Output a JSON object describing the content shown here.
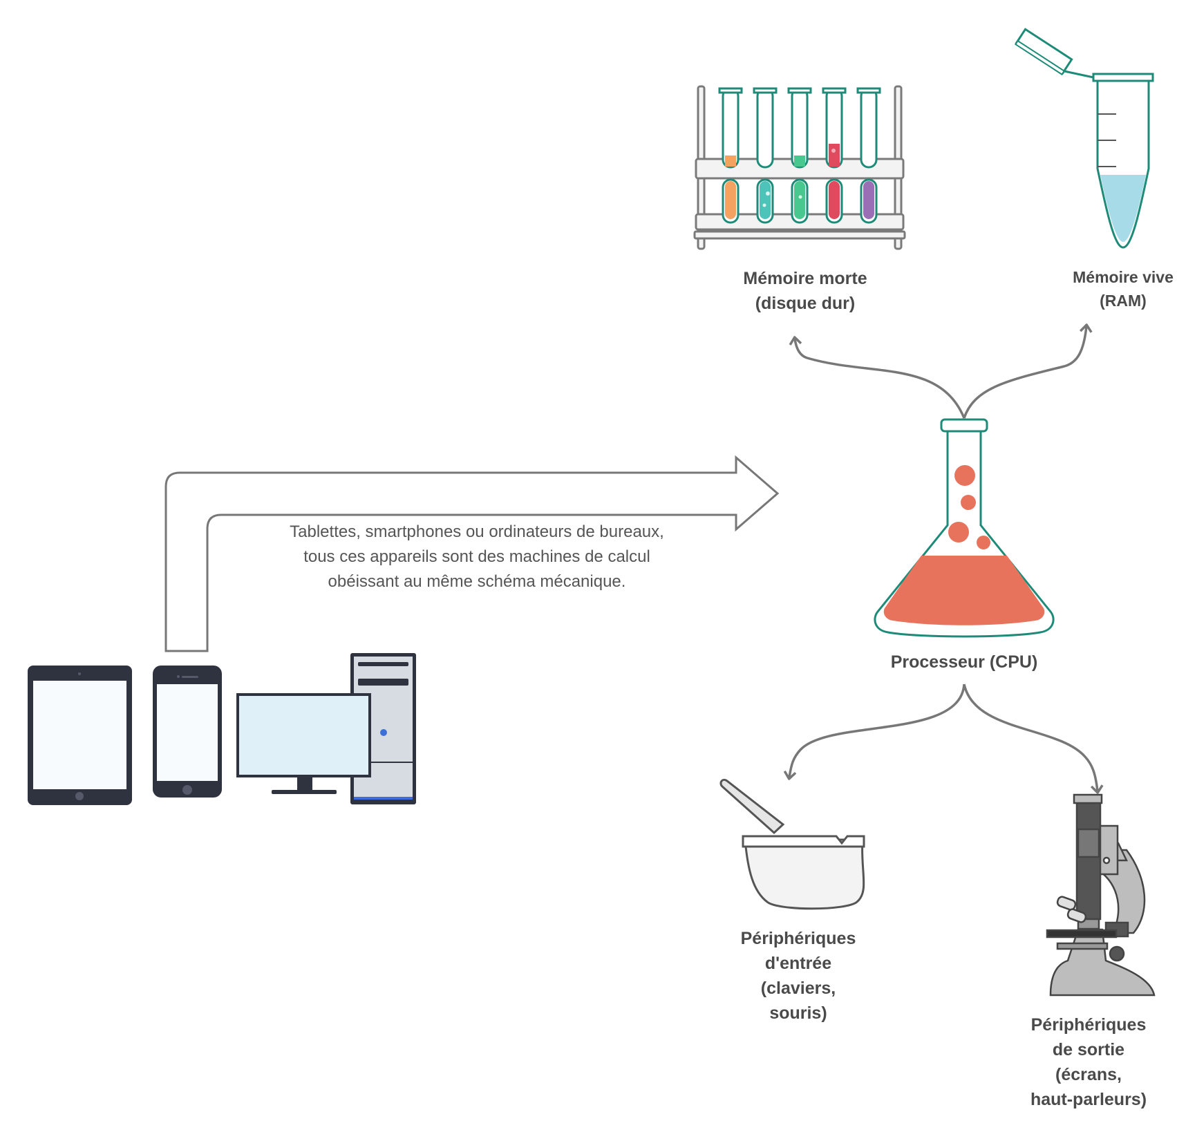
{
  "labels": {
    "rom": [
      "Mémoire morte",
      "(disque dur)"
    ],
    "ram": [
      "Mémoire vive",
      "(RAM)"
    ],
    "cpu": [
      "Processeur (CPU)"
    ],
    "input": [
      "Périphériques",
      "d'entrée",
      "(claviers,",
      "souris)"
    ],
    "output": [
      "Périphériques",
      "de sortie",
      "(écrans,",
      "haut-parleurs)"
    ]
  },
  "caption": [
    "Tablettes,  smartphones ou ordinateurs de bureaux,",
    "tous ces appareils sont des machines de calcul",
    "obéissant au même schéma mécanique."
  ],
  "colors": {
    "connector": "#777777",
    "outline_green": "#1e8a78",
    "device_dark": "#2f3340",
    "flask_liquid": "#e8735d",
    "ram_liquid": "#a8dbe8",
    "label_text": "#4a4a4a"
  },
  "icons": {
    "devices": [
      "tablet-icon",
      "smartphone-icon",
      "desktop-computer-icon"
    ],
    "rom": "test-tube-rack-icon",
    "ram": "microcentrifuge-tube-icon",
    "cpu": "erlenmeyer-flask-icon",
    "input": "mortar-and-pestle-icon",
    "output": "microscope-icon"
  }
}
